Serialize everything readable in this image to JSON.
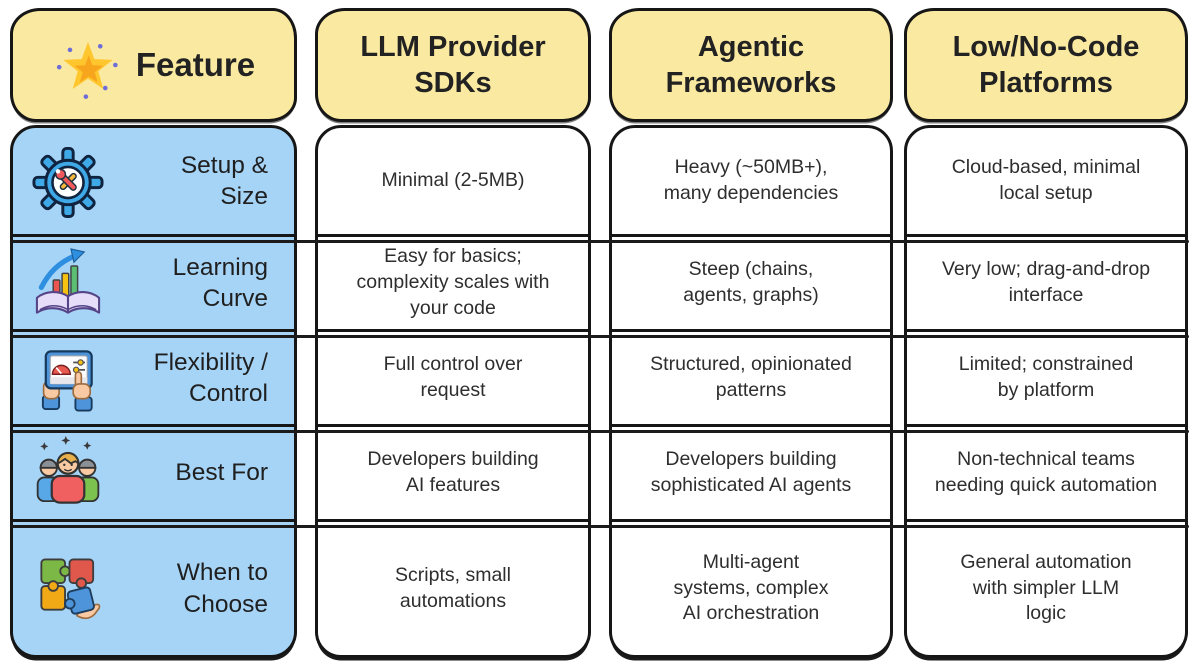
{
  "colors": {
    "header_bg": "#FAE9A0",
    "feature_column_bg": "#A6D4F7",
    "border": "#161616",
    "cell_bg": "#FFFFFF",
    "text": "#2B2B2B"
  },
  "header": {
    "feature_label": "Feature",
    "feature_icon": "star-icon",
    "columns": [
      "LLM Provider\nSDKs",
      "Agentic\nFrameworks",
      "Low/No-Code\nPlatforms"
    ]
  },
  "rows": [
    {
      "feature": "Setup &\nSize",
      "icon": "gear-tools-icon",
      "cells": [
        "Minimal (2-5MB)",
        "Heavy (~50MB+),\nmany dependencies",
        "Cloud-based, minimal\nlocal setup"
      ]
    },
    {
      "feature": "Learning\nCurve",
      "icon": "book-growth-chart-icon",
      "cells": [
        "Easy for basics;\ncomplexity scales with\nyour code",
        "Steep (chains,\nagents, graphs)",
        "Very low; drag-and-drop\ninterface"
      ]
    },
    {
      "feature": "Flexibility /\nControl",
      "icon": "tablet-controls-icon",
      "cells": [
        "Full control over\nrequest",
        "Structured, opinionated\npatterns",
        "Limited; constrained\nby platform"
      ]
    },
    {
      "feature": "Best For",
      "icon": "team-people-icon",
      "cells": [
        "Developers building\nAI features",
        "Developers building\nsophisticated AI agents",
        "Non-technical teams\nneeding quick automation"
      ]
    },
    {
      "feature": "When to\nChoose",
      "icon": "puzzle-hand-icon",
      "cells": [
        "Scripts, small\nautomations",
        "Multi-agent\nsystems, complex\nAI orchestration",
        "General automation\nwith simpler LLM\nlogic"
      ]
    }
  ]
}
